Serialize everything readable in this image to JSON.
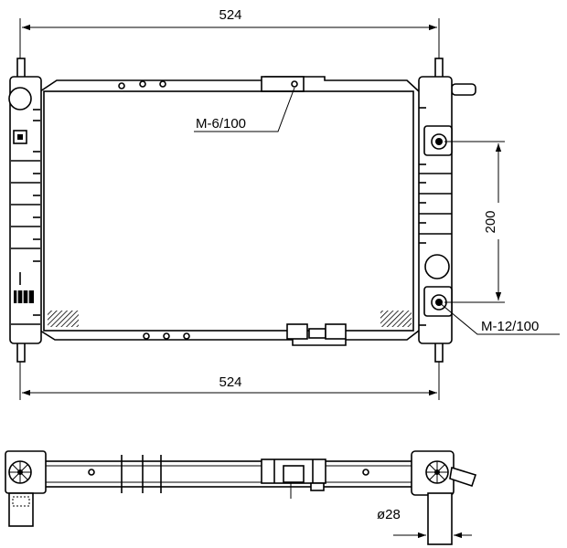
{
  "drawing": {
    "dimensions": {
      "width_top": "524",
      "width_bottom": "524",
      "bolt_spacing": "200",
      "pipe_diameter": "ø28"
    },
    "thread_callouts": {
      "top_mount": "M-6/100",
      "side_mount": "M-12/100"
    }
  }
}
